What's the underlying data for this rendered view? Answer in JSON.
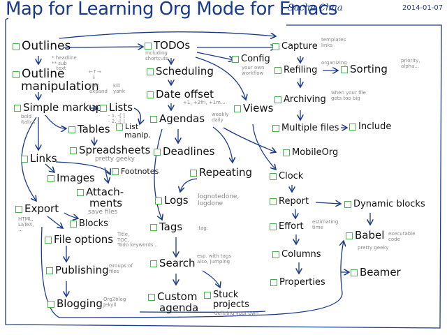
{
  "header": {
    "title": "Map for Learning Org Mode for Emacs",
    "author": "Sacha Chua",
    "date": "2014-01-07"
  },
  "colors": {
    "ink": "#1a3a8a",
    "checkbox": "#4caf50",
    "text": "#111111",
    "note": "#888888"
  },
  "nodes": {
    "outlines": "Outlines",
    "outline_manipulation_1": "Outline",
    "outline_manipulation_2": "manipulation",
    "simple_markup": "Simple markup",
    "lists": "Lists",
    "tables": "Tables",
    "list_manip_1": "List",
    "list_manip_2": "manip.",
    "spreadsheets": "Spreadsheets",
    "links": "Links",
    "images": "Images",
    "footnotes": "Footnotes",
    "attachments_1": "Attach-",
    "attachments_2": "ments",
    "export": "Export",
    "blocks": "Blocks",
    "file_options": "File options",
    "publishing": "Publishing",
    "blogging": "Blogging",
    "todos": "TODOs",
    "scheduling": "Scheduling",
    "date_offset": "Date offset",
    "agendas": "Agendas",
    "deadlines": "Deadlines",
    "repeating": "Repeating",
    "logs": "Logs",
    "tags": "Tags",
    "search": "Search",
    "custom_agenda_1": "Custom",
    "custom_agenda_2": "agenda",
    "stuck_projects_1": "Stuck",
    "stuck_projects_2": "projects",
    "config": "Config",
    "views": "Views",
    "capture": "Capture",
    "refiling": "Refiling",
    "sorting": "Sorting",
    "archiving": "Archiving",
    "multiple_files": "Multiple files",
    "include": "Include",
    "mobileorg": "MobileOrg",
    "clock": "Clock",
    "report": "Report",
    "dynamic_blocks": "Dynamic blocks",
    "effort": "Effort",
    "columns": "Columns",
    "properties": "Properties",
    "babel": "Babel",
    "beamer": "Beamer"
  },
  "notes": {
    "outlines": "* headline\n** sub\n   text",
    "outline_manipulation_arrows": "←↑→\n  ↓",
    "outline_manipulation_fold": "fold\nexpand",
    "outline_manipulation_kill": "kill\nyank",
    "simple_markup": "bold\nitalics",
    "lists": "- 1. -[ ]\n- 2. -[ ]",
    "spreadsheets": "pretty geeky",
    "attachments": "save files",
    "export": "HTML,\nLaTeX,\n...",
    "file_options": "Title,\nTOC,\nTodo keywords...",
    "publishing": "Groups of\nfiles",
    "blogging": "Org2blog\nJekyll",
    "todos": "including\nshortcuts",
    "date_offset": "+1, +2fri, +1m...",
    "agendas": "weekly\ndaily",
    "logs": "lognotedone,\nlogdone",
    "tags": ":tag:",
    "search": "esp. with tags\nalso, jumping",
    "stuck_projects": "defining your own",
    "config": "your own\nworkflow",
    "capture": "templates\nlinks",
    "refiling": "organizing",
    "sorting": "priority,\nalpha...",
    "archiving": "when your file\ngets too big",
    "effort": "estimating\ntime",
    "babel_1": "executable\ncode",
    "babel_2": "pretty geeky"
  }
}
